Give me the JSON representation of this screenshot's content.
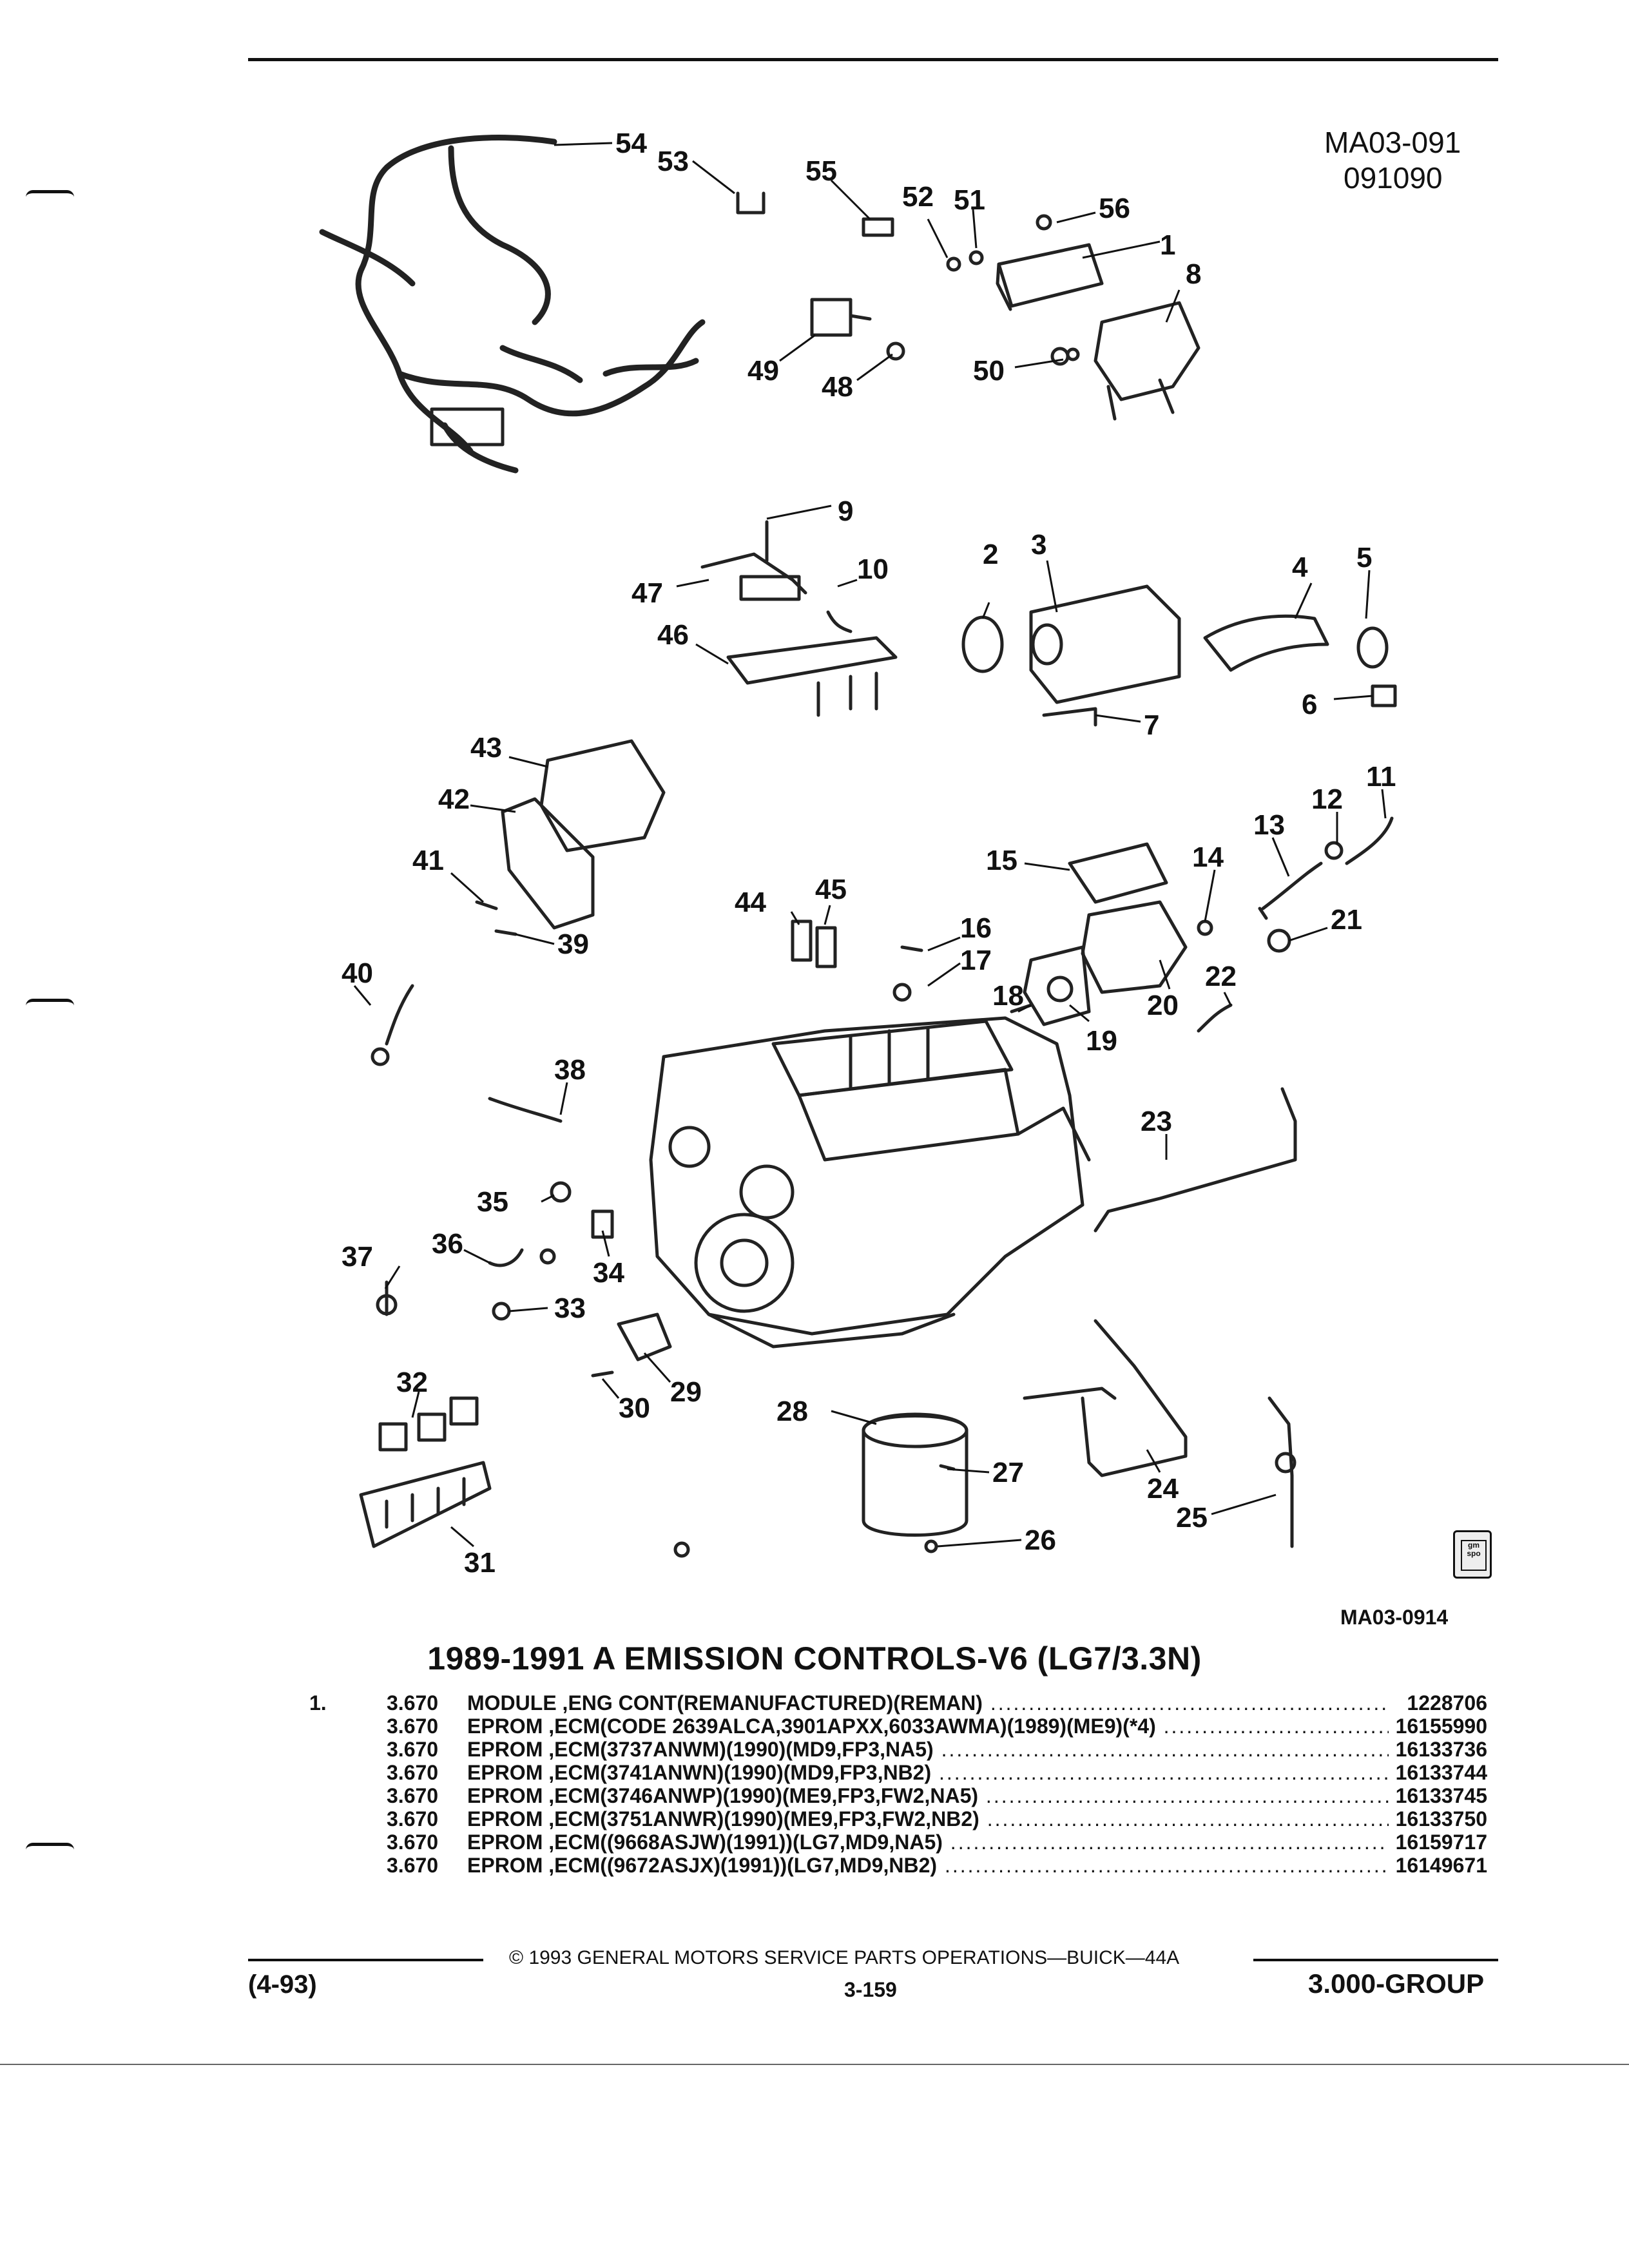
{
  "diagram": {
    "code_top": "MA03-091",
    "code_date": "091090",
    "code_bottom": "MA03-0914",
    "callouts": [
      "1",
      "2",
      "3",
      "4",
      "5",
      "6",
      "7",
      "8",
      "9",
      "10",
      "11",
      "12",
      "13",
      "14",
      "15",
      "16",
      "17",
      "18",
      "19",
      "20",
      "21",
      "22",
      "23",
      "24",
      "25",
      "26",
      "27",
      "28",
      "29",
      "30",
      "31",
      "32",
      "33",
      "34",
      "35",
      "36",
      "37",
      "38",
      "39",
      "40",
      "41",
      "42",
      "43",
      "44",
      "45",
      "46",
      "47",
      "48",
      "49",
      "50",
      "51",
      "52",
      "53",
      "54",
      "55",
      "56"
    ],
    "logo_text": "gm spo"
  },
  "title": "1989-1991 A EMISSION CONTROLS-V6 (LG7/3.3N)",
  "parts": [
    {
      "num": "1.",
      "ver": "3.670",
      "name": "MODULE",
      "desc": ",ENG CONT(REMANUFACTURED)(REMAN)",
      "pn": "1228706"
    },
    {
      "num": "",
      "ver": "3.670",
      "name": "EPROM",
      "desc": ",ECM(CODE 2639ALCA,3901APXX,6033AWMA)(1989)(ME9)(*4)",
      "pn": "16155990"
    },
    {
      "num": "",
      "ver": "3.670",
      "name": "EPROM",
      "desc": ",ECM(3737ANWM)(1990)(MD9,FP3,NA5)",
      "pn": "16133736"
    },
    {
      "num": "",
      "ver": "3.670",
      "name": "EPROM",
      "desc": ",ECM(3741ANWN)(1990)(MD9,FP3,NB2)",
      "pn": "16133744"
    },
    {
      "num": "",
      "ver": "3.670",
      "name": "EPROM",
      "desc": ",ECM(3746ANWP)(1990)(ME9,FP3,FW2,NA5)",
      "pn": "16133745"
    },
    {
      "num": "",
      "ver": "3.670",
      "name": "EPROM",
      "desc": ",ECM(3751ANWR)(1990)(ME9,FP3,FW2,NB2)",
      "pn": "16133750"
    },
    {
      "num": "",
      "ver": "3.670",
      "name": "EPROM",
      "desc": ",ECM((9668ASJW)(1991))(LG7,MD9,NA5)",
      "pn": "16159717"
    },
    {
      "num": "",
      "ver": "3.670",
      "name": "EPROM",
      "desc": ",ECM((9672ASJX)(1991))(LG7,MD9,NB2)",
      "pn": "16149671"
    }
  ],
  "footer": {
    "copyright": "© 1993 GENERAL MOTORS SERVICE PARTS OPERATIONS—BUICK—44A",
    "date": "(4-93)",
    "page": "3-159",
    "group": "3.000-GROUP"
  }
}
